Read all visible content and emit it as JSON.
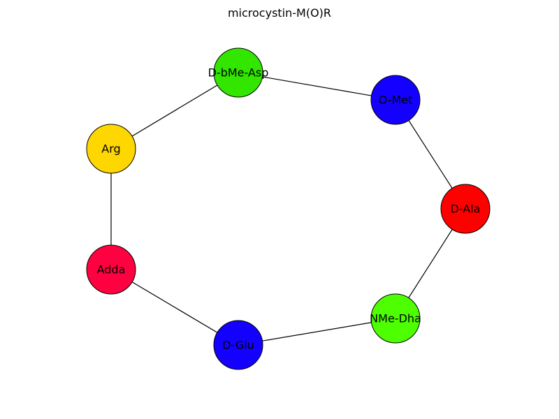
{
  "title": "microcystin-M(O)R",
  "nodes": [
    {
      "id": "D-bMe-Asp",
      "label": "D-bMe-Asp",
      "color": "#32e600"
    },
    {
      "id": "O-Met",
      "label": "O-Met",
      "color": "#1400ff"
    },
    {
      "id": "D-Ala",
      "label": "D-Ala",
      "color": "#ff0000"
    },
    {
      "id": "NMe-Dha",
      "label": "NMe-Dha",
      "color": "#4dff00"
    },
    {
      "id": "D-Glu",
      "label": "D-Glu",
      "color": "#1400ff"
    },
    {
      "id": "Adda",
      "label": "Adda",
      "color": "#ff0040"
    },
    {
      "id": "Arg",
      "label": "Arg",
      "color": "#ffd700"
    }
  ],
  "edges": [
    [
      "D-bMe-Asp",
      "O-Met"
    ],
    [
      "O-Met",
      "D-Ala"
    ],
    [
      "D-Ala",
      "NMe-Dha"
    ],
    [
      "NMe-Dha",
      "D-Glu"
    ],
    [
      "D-Glu",
      "Adda"
    ],
    [
      "Adda",
      "Arg"
    ],
    [
      "Arg",
      "D-bMe-Asp"
    ]
  ]
}
